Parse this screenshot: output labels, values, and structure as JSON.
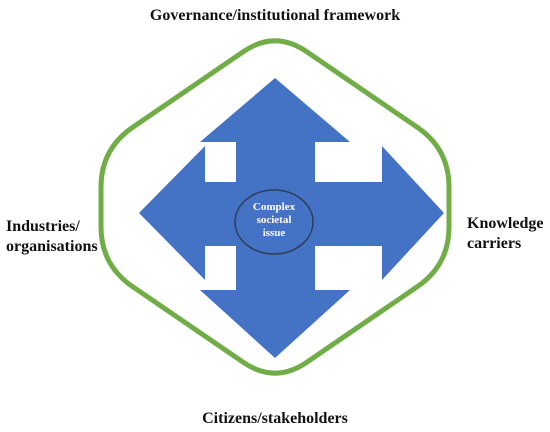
{
  "labels": {
    "top": "Governance/institutional framework",
    "bottom": "Citizens/stakeholders",
    "left": [
      "Industries/",
      "organisations"
    ],
    "right": [
      "Knowledge",
      "carriers"
    ]
  },
  "center": {
    "lines": [
      "Complex",
      "societal",
      "issue"
    ]
  },
  "colors": {
    "frame": "#70AD47",
    "arrow": "#4472C4",
    "ellipse_stroke": "#2F3E57",
    "center_text": "#ffffff",
    "label_text": "#111111"
  }
}
